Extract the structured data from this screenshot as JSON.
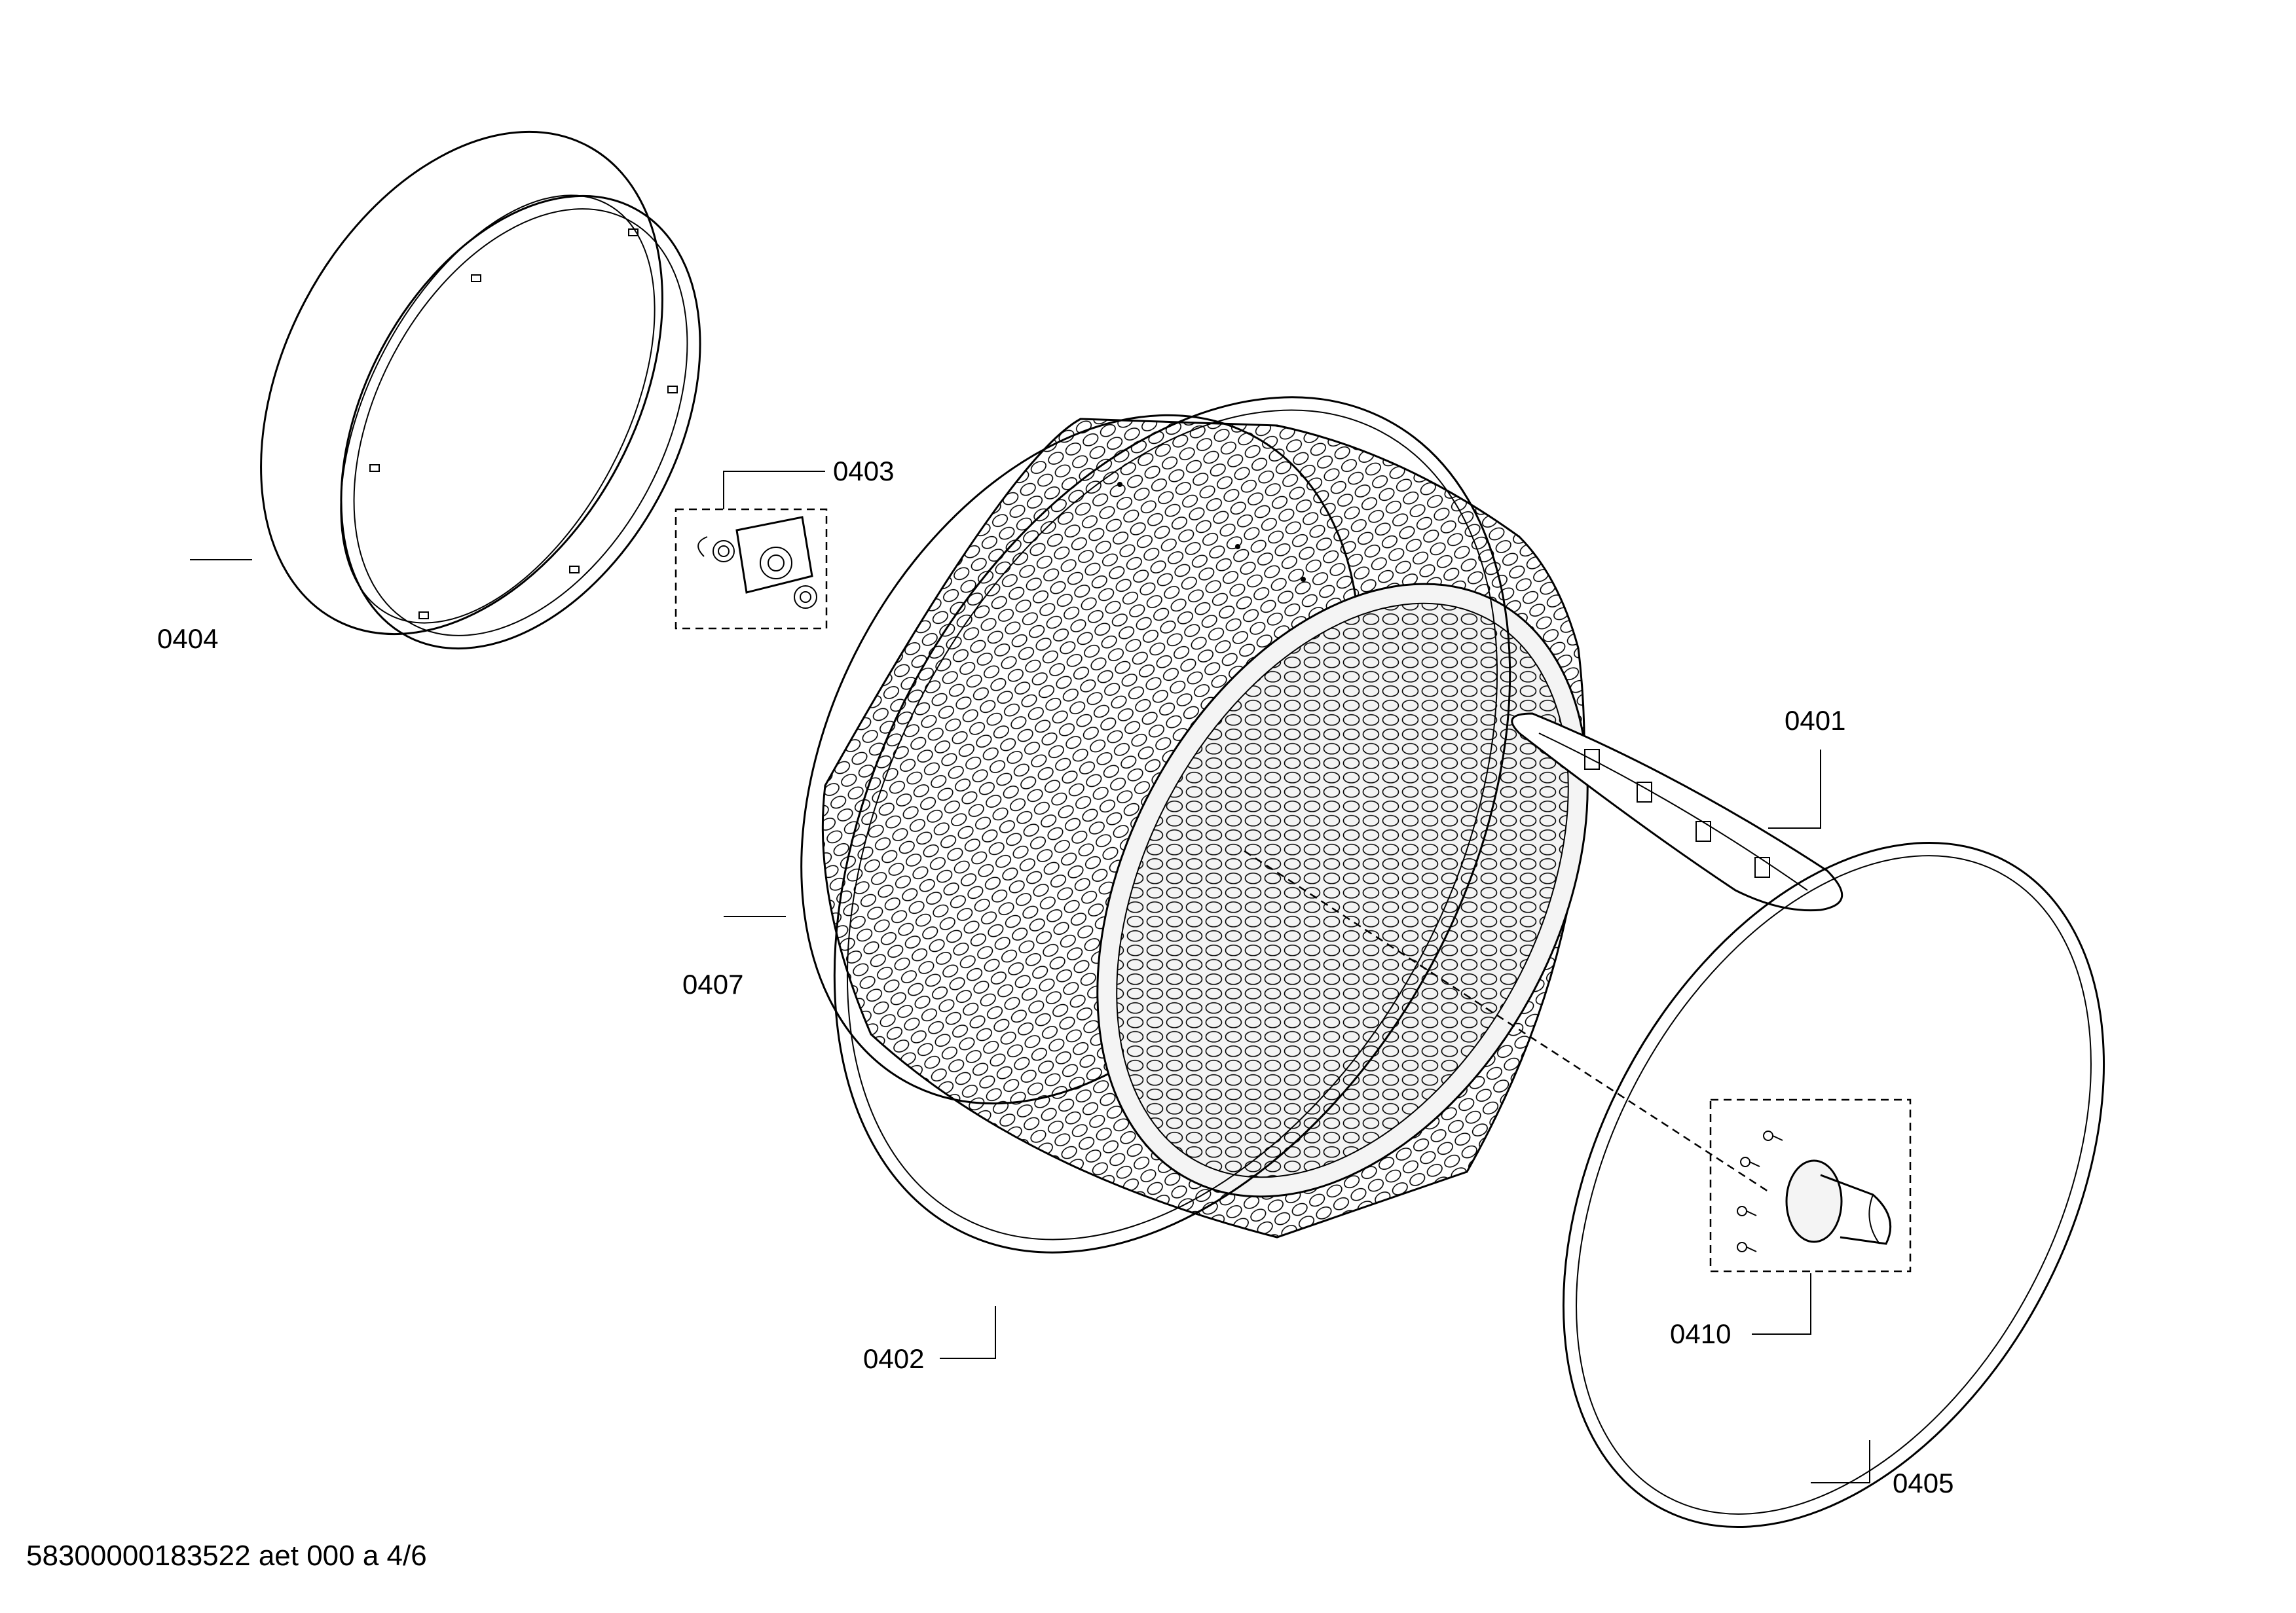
{
  "drawing": {
    "part_labels": [
      "0401",
      "0402",
      "0403",
      "0404",
      "0405",
      "0407",
      "0410"
    ],
    "footer_code": "58300000183522 aet 000 a 4/6"
  },
  "colors": {
    "line": "#000000",
    "background": "#ffffff",
    "fill_light": "#f4f4f4"
  }
}
